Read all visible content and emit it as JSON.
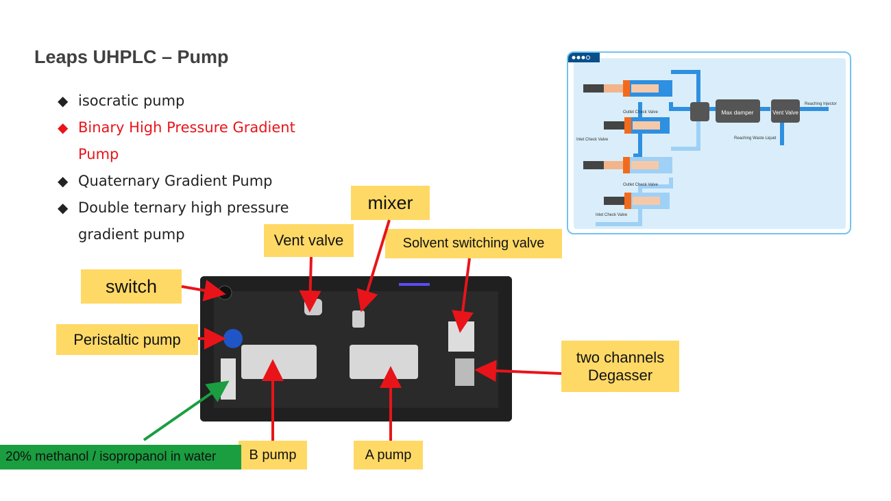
{
  "slide": {
    "title": "Leaps UHPLC – Pump",
    "bullets": [
      {
        "text": "isocratic pump",
        "color": "#222222"
      },
      {
        "text": "Binary High Pressure Gradient Pump",
        "color": "#e8141a"
      },
      {
        "text": "Quaternary Gradient Pump",
        "color": "#222222"
      },
      {
        "text": "Double ternary high pressure gradient pump",
        "color": "#222222"
      }
    ],
    "bullet_symbol": "◆"
  },
  "diagram": {
    "labels": {
      "outlet_check_valve_1": "Outlet Check Valve",
      "inlet_check_valve_1": "Inlet Check Valve",
      "outlet_check_valve_2": "Outlet Check Valve",
      "inlet_check_valve_2": "Inlet Check Valve",
      "max_damper": "Max damper",
      "vent_valve": "Vent Valve",
      "reaching_injector": "Reaching Injector",
      "reaching_waste": "Reaching Waste Liquid"
    }
  },
  "callouts": {
    "switch": "switch",
    "peristaltic": "Peristaltic pump",
    "vent": "Vent valve",
    "mixer": "mixer",
    "solvent": "Solvent switching valve",
    "degasser_line1": "two channels",
    "degasser_line2": "Degasser",
    "b_pump": "B pump",
    "a_pump": "A pump",
    "methanol": "20% methanol / isopropanol in water"
  },
  "colors": {
    "callout_bg": "#ffd966",
    "arrow_red": "#e8141a",
    "arrow_green": "#1a9e40",
    "flow_blue": "#2f8fe0"
  }
}
